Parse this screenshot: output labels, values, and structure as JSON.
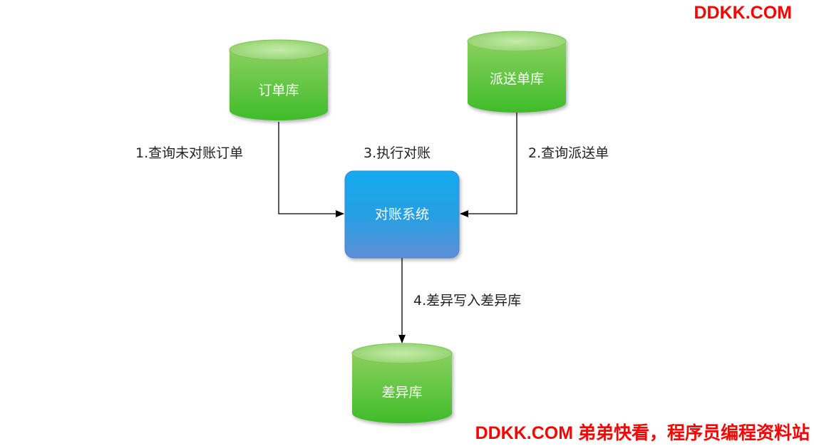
{
  "nodes": {
    "order_db": {
      "label": "订单库"
    },
    "dispatch_db": {
      "label": "派送单库"
    },
    "recon_system": {
      "label": "对账系统"
    },
    "diff_db": {
      "label": "差异库"
    }
  },
  "edges": {
    "query_orders": {
      "label": "1.查询未对账订单"
    },
    "query_dispatch": {
      "label": "2.查询派送单"
    },
    "run_recon": {
      "label": "3.执行对账"
    },
    "write_diff": {
      "label": "4.差异写入差异库"
    }
  },
  "watermark": {
    "top": "DDKK.COM",
    "bottom": "DDKK.COM 弟弟快看，程序员编程资料站"
  },
  "colors": {
    "db_top": "#a6dd86",
    "db_body_light": "#8ad05e",
    "db_body_dark": "#3fbc2a",
    "system_top": "#13aaed",
    "system_bottom": "#5e8fd5",
    "arrow": "#000000",
    "watermark": "#ff0000"
  }
}
